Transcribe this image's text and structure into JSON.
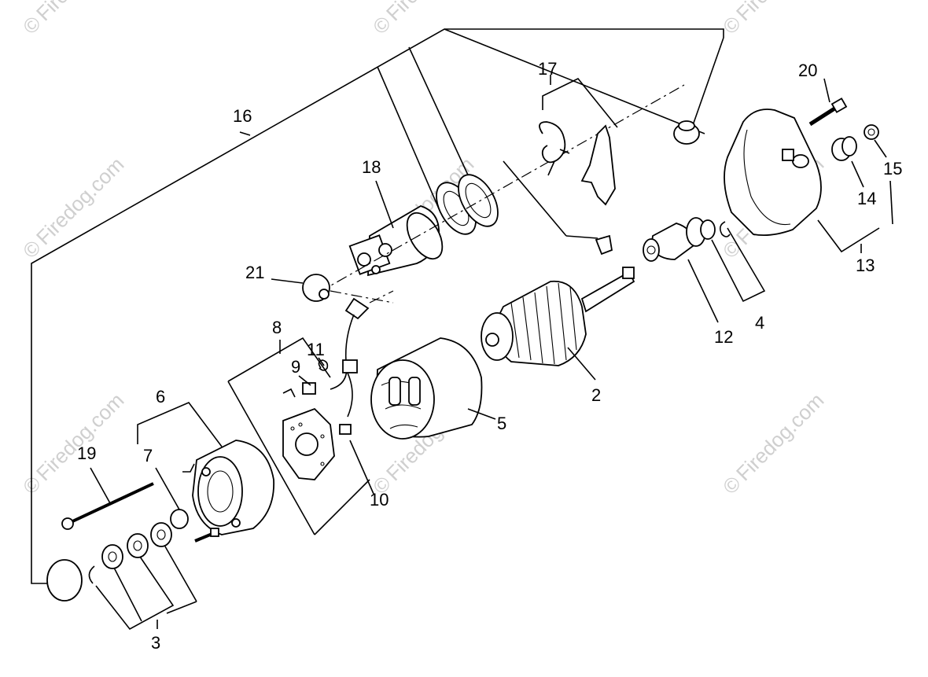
{
  "callouts": {
    "c2": "2",
    "c3": "3",
    "c4": "4",
    "c5": "5",
    "c6": "6",
    "c7": "7",
    "c8": "8",
    "c9": "9",
    "c10": "10",
    "c11": "11",
    "c12": "12",
    "c13": "13",
    "c14": "14",
    "c15": "15",
    "c16": "16",
    "c17": "17",
    "c18": "18",
    "c19": "19",
    "c20": "20",
    "c21": "21"
  },
  "watermark": {
    "text": "Firedog.com",
    "symbol": "©"
  },
  "parts": [
    {
      "ref": "2",
      "icon": "armature-icon"
    },
    {
      "ref": "3",
      "icon": "washer-set-icon"
    },
    {
      "ref": "4",
      "icon": "washer-ring-icon"
    },
    {
      "ref": "5",
      "icon": "yoke-icon"
    },
    {
      "ref": "6",
      "icon": "rear-cover-icon"
    },
    {
      "ref": "7",
      "icon": "bushing-icon"
    },
    {
      "ref": "8",
      "icon": "brush-holder-icon"
    },
    {
      "ref": "9",
      "icon": "brush-icon"
    },
    {
      "ref": "10",
      "icon": "brush-lead-icon"
    },
    {
      "ref": "11",
      "icon": "spring-icon"
    },
    {
      "ref": "12",
      "icon": "pinion-clutch-icon"
    },
    {
      "ref": "13",
      "icon": "front-housing-icon"
    },
    {
      "ref": "14",
      "icon": "bushing-icon"
    },
    {
      "ref": "15",
      "icon": "nut-icon"
    },
    {
      "ref": "16",
      "icon": "kit-bracket-icon"
    },
    {
      "ref": "17",
      "icon": "shift-lever-icon"
    },
    {
      "ref": "18",
      "icon": "solenoid-icon"
    },
    {
      "ref": "19",
      "icon": "through-bolt-icon"
    },
    {
      "ref": "20",
      "icon": "bolt-icon"
    },
    {
      "ref": "21",
      "icon": "cap-icon"
    }
  ]
}
